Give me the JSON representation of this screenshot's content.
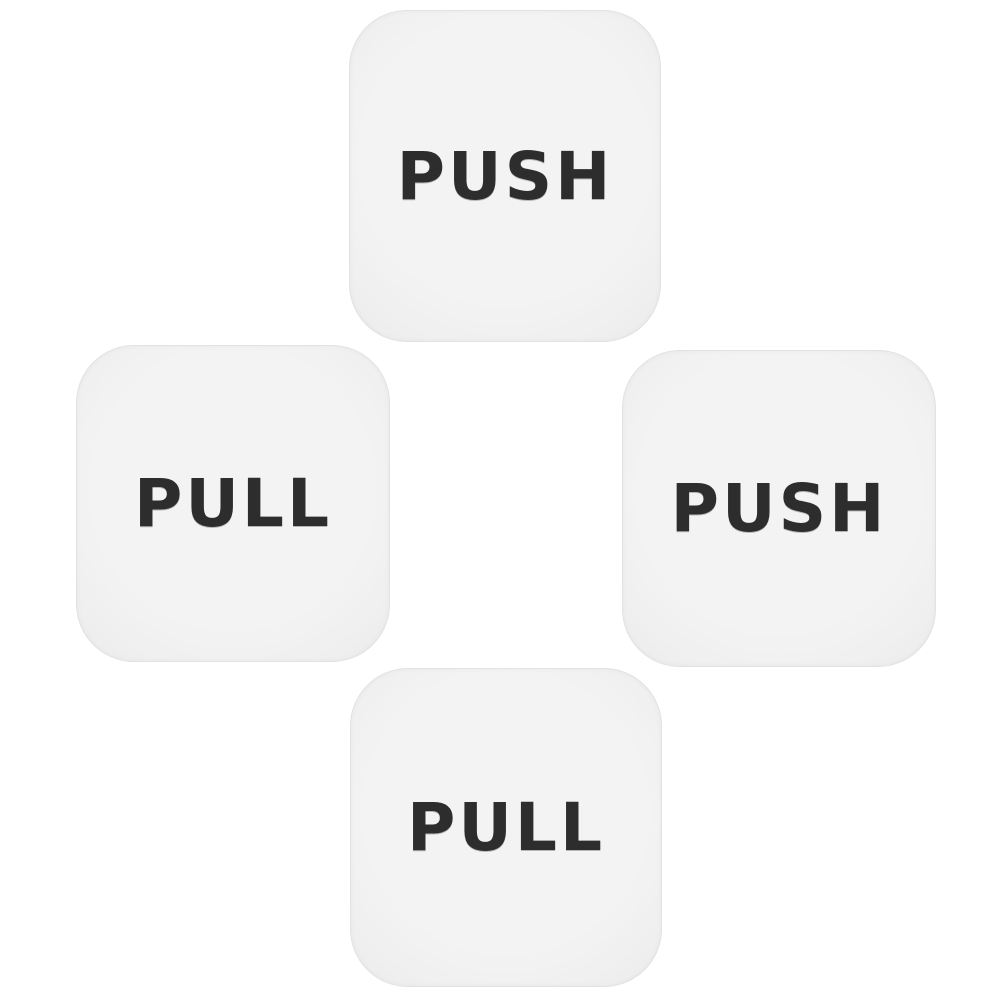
{
  "product_image": {
    "description": "Four rounded-square door sign stickers arranged in a diamond pattern on a white background",
    "colors": {
      "page_background": "#ffffff",
      "sign_background": "#efefef",
      "sign_border": "#e2e2e2",
      "text": "#2d2d2d"
    }
  },
  "signs": [
    {
      "label": "PUSH",
      "position": "top"
    },
    {
      "label": "PULL",
      "position": "left"
    },
    {
      "label": "PUSH",
      "position": "right"
    },
    {
      "label": "PULL",
      "position": "bottom"
    }
  ]
}
